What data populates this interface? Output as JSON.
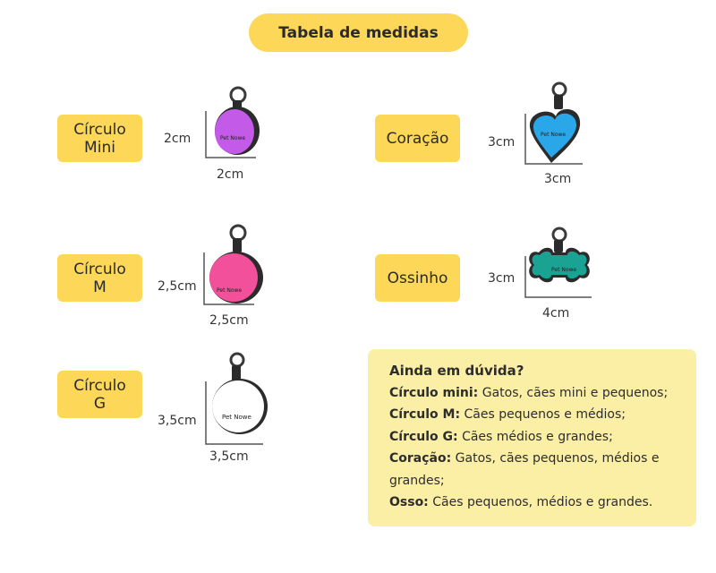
{
  "title": "Tabela de medidas",
  "colors": {
    "yellow": "#fcd758",
    "info_bg": "#fbeea5",
    "mini": "#c45ae8",
    "m": "#f2509a",
    "g": "#ffffff",
    "heart": "#2aa7e8",
    "bone": "#1aa393"
  },
  "tags": {
    "circulo_mini": {
      "label": "Círculo\nMini",
      "height": "2cm",
      "width": "2cm",
      "engraving": "Pet Nowe",
      "icon": "circle-tag-icon"
    },
    "circulo_m": {
      "label": "Círculo\nM",
      "height": "2,5cm",
      "width": "2,5cm",
      "engraving": "Pet Nowe",
      "icon": "circle-tag-icon"
    },
    "circulo_g": {
      "label": "Círculo\nG",
      "height": "3,5cm",
      "width": "3,5cm",
      "engraving": "Pet Nowe",
      "icon": "circle-tag-icon"
    },
    "coracao": {
      "label": "Coração",
      "height": "3cm",
      "width": "3cm",
      "engraving": "Pet Nowe",
      "icon": "heart-tag-icon"
    },
    "ossinho": {
      "label": "Ossinho",
      "height": "3cm",
      "width": "4cm",
      "engraving": "Pet Nowe",
      "icon": "bone-tag-icon"
    }
  },
  "info": {
    "title": "Ainda em dúvida?",
    "lines": [
      {
        "key": "Círculo mini:",
        "text": " Gatos, cães mini e pequenos;"
      },
      {
        "key": "Círculo M:",
        "text": " Cães pequenos e médios;"
      },
      {
        "key": "Círculo G:",
        "text": " Cães médios e grandes;"
      },
      {
        "key": "Coração:",
        "text": " Gatos, cães pequenos, médios e grandes;"
      },
      {
        "key": "Osso:",
        "text": " Cães pequenos, médios e grandes."
      }
    ]
  }
}
